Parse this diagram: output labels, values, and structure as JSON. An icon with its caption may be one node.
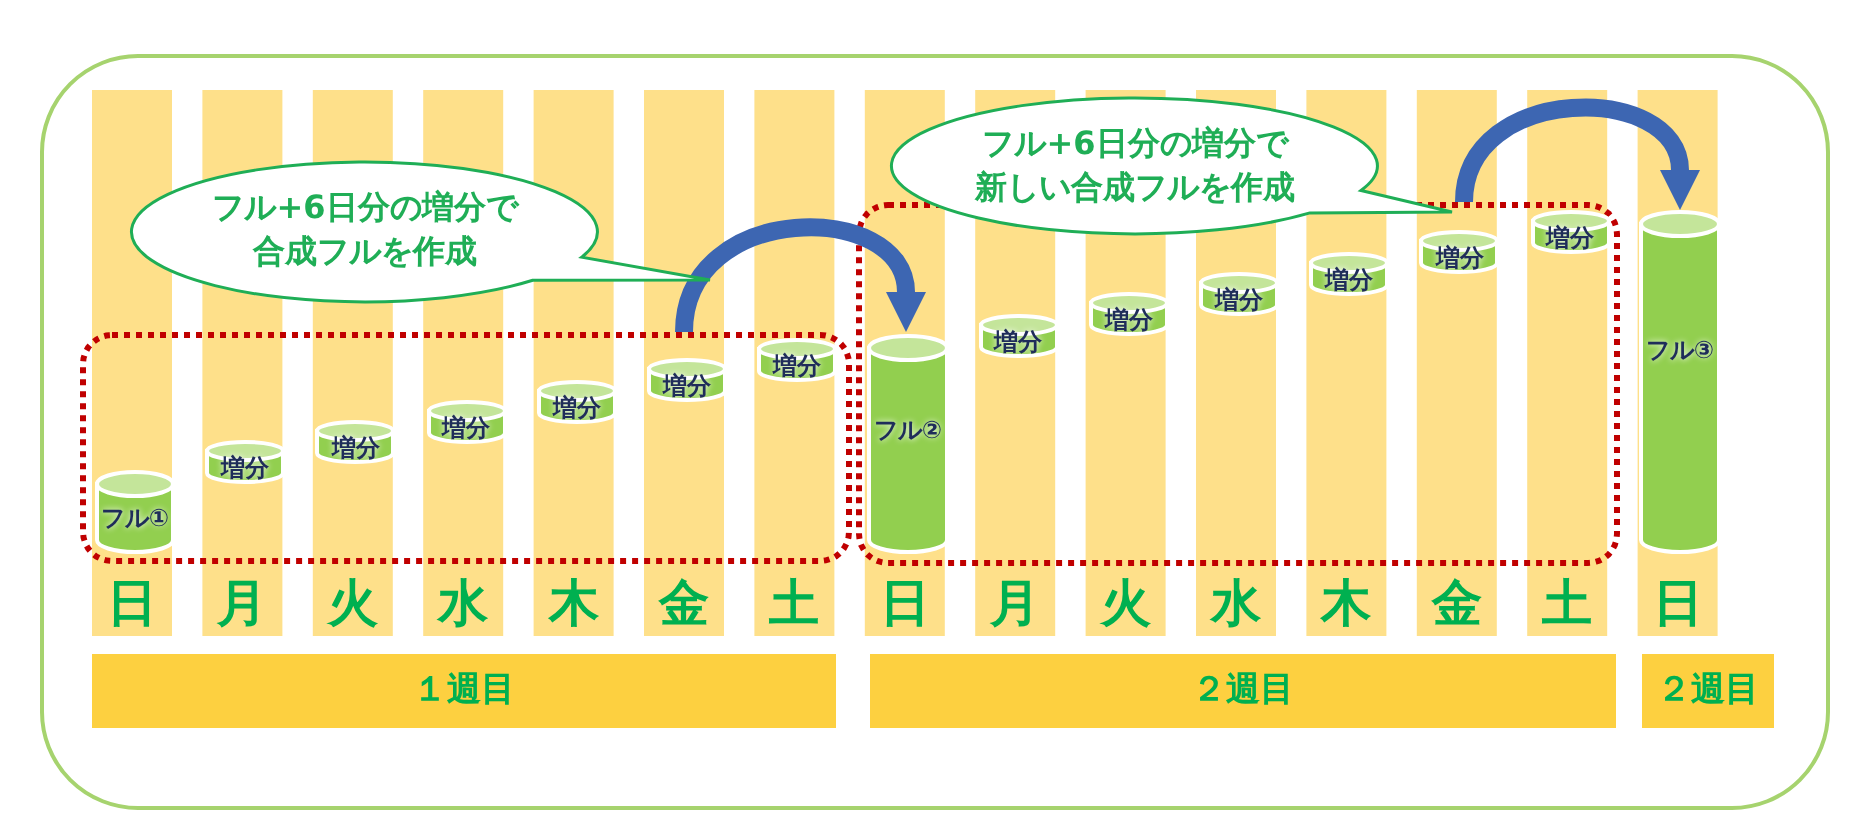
{
  "diagram": {
    "nodes": [
      {
        "text": [
          "フル+6日分の増分で合成フルを作成"
        ]
      },
      {
        "text": [
          "フル+6日分の増分で新しい合成フルを作成"
        ]
      },
      {
        "text": [],
        "shape": "box"
      },
      {
        "text": [
          "フル①"
        ],
        "in": 2
      },
      {
        "text": [
          "増分"
        ],
        "in": 2
      },
      {
        "text": [
          "増分"
        ],
        "in": 2
      },
      {
        "text": [
          "増分"
        ],
        "in": 2
      },
      {
        "text": [
          "増分"
        ],
        "in": 2
      },
      {
        "text": [
          "増分"
        ],
        "in": 2
      },
      {
        "text": [
          "増分"
        ],
        "in": 2
      },
      {
        "text": [],
        "shape": "box"
      },
      {
        "text": [
          "フル②"
        ],
        "in": 10
      },
      {
        "text": [
          "増分"
        ],
        "in": 10
      },
      {
        "text": [
          "増分"
        ],
        "in": 10
      },
      {
        "text": [
          "増分"
        ],
        "in": 10
      },
      {
        "text": [
          "増分"
        ],
        "in": 10
      },
      {
        "text": [
          "増分"
        ],
        "in": 10
      },
      {
        "text": [
          "増分"
        ],
        "in": 10
      },
      {
        "text": [
          "フル③"
        ]
      }
    ],
    "edges": [
      {
        "from": 2,
        "to": 11,
        "arrow": "to"
      },
      {
        "from": 10,
        "to": 18,
        "arrow": "to"
      }
    ],
    "labels": [
      "日",
      "月",
      "火",
      "水",
      "木",
      "金",
      "土",
      "日",
      "月",
      "火",
      "水",
      "木",
      "金",
      "土",
      "日",
      "１週目",
      "２週目",
      "２週目"
    ]
  }
}
